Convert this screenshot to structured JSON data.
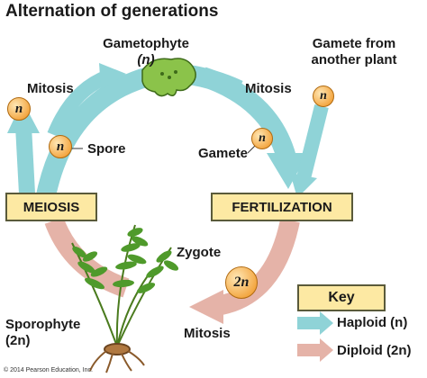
{
  "title": "Alternation of generations",
  "labels": {
    "gametophyte": "Gametophyte",
    "gametophyte_ploidy": "(n)",
    "gamete_from_another_line1": "Gamete from",
    "gamete_from_another_line2": "another plant",
    "mitosis_top_left": "Mitosis",
    "mitosis_top_right": "Mitosis",
    "spore": "Spore",
    "gamete": "Gamete",
    "zygote": "Zygote",
    "sporophyte": "Sporophyte",
    "sporophyte_ploidy": "(2n)",
    "mitosis_bottom": "Mitosis"
  },
  "boxes": {
    "meiosis": "MEIOSIS",
    "fertilization": "FERTILIZATION"
  },
  "badges": {
    "n": "n",
    "two_n": "2n"
  },
  "key": {
    "title": "Key",
    "haploid": "Haploid (n)",
    "diploid": "Diploid (2n)"
  },
  "colors": {
    "haploid": "#8fd3d7",
    "diploid": "#e5b3a8",
    "box_fill": "#fde9a3",
    "badge": "#f3a53f"
  },
  "copyright": "© 2014 Pearson Education, Inc."
}
